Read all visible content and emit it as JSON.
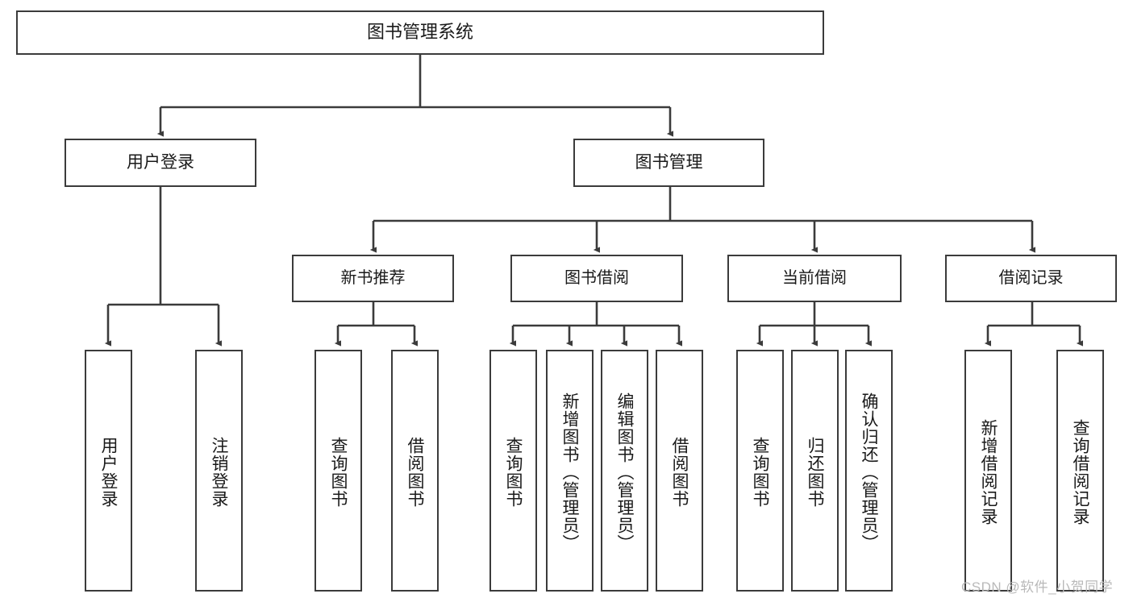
{
  "diagram": {
    "type": "tree",
    "title": "图书管理系统",
    "watermark": "CSDN @软件_小贺同学",
    "colors": {
      "box_border": "#3b3b3b",
      "box_fill": "#ffffff",
      "connector": "#3b3b3b",
      "text": "#1a1a1a",
      "watermark": "#b9b9b9"
    },
    "root": {
      "label": "图书管理系统"
    },
    "level1": [
      {
        "label": "用户登录"
      },
      {
        "label": "图书管理"
      }
    ],
    "level2": [
      {
        "label": "新书推荐"
      },
      {
        "label": "图书借阅"
      },
      {
        "label": "当前借阅"
      },
      {
        "label": "借阅记录"
      }
    ],
    "leaves": {
      "user_login": [
        {
          "label": "用户登录"
        },
        {
          "label": "注销登录"
        }
      ],
      "new_book_recommend": [
        {
          "label": "查询图书"
        },
        {
          "label": "借阅图书"
        }
      ],
      "book_borrow": [
        {
          "label": "查询图书"
        },
        {
          "label": "新增图书（管理员）"
        },
        {
          "label": "编辑图书（管理员）"
        },
        {
          "label": "借阅图书"
        }
      ],
      "current_borrow": [
        {
          "label": "查询图书"
        },
        {
          "label": "归还图书"
        },
        {
          "label": "确认归还（管理员）"
        }
      ],
      "borrow_record": [
        {
          "label": "新增借阅记录"
        },
        {
          "label": "查询借阅记录"
        }
      ]
    }
  }
}
